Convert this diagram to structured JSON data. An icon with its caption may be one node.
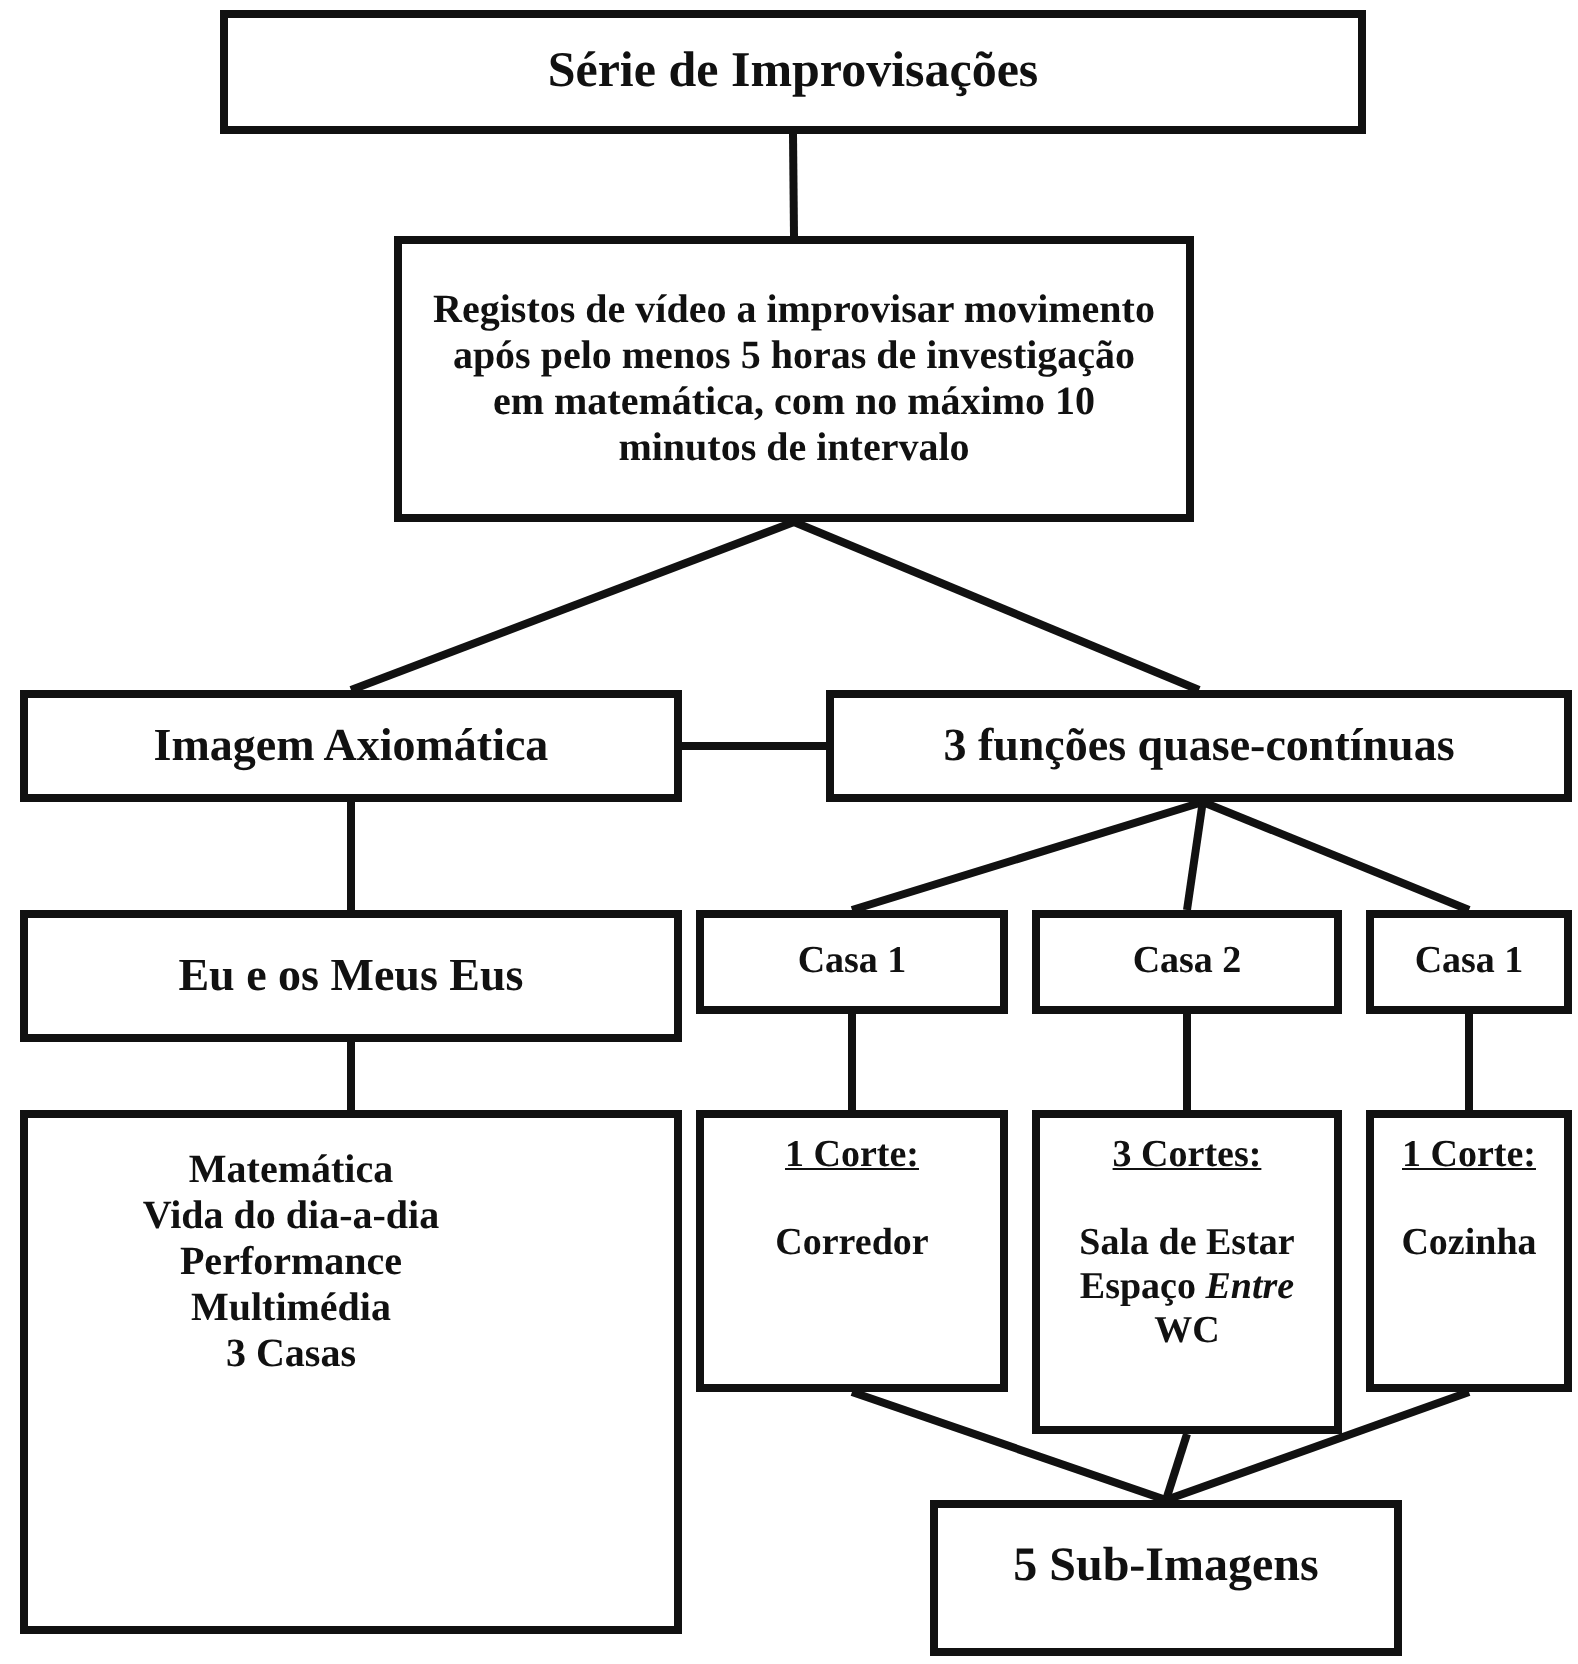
{
  "diagram": {
    "nodes": [
      {
        "text": [
          "Série de Improvisações"
        ]
      },
      {
        "text": [
          "Registos de vídeo a improvisar movimento após pelo menos 5 horas de investigação em matemática, com no máximo 10 minutos de intervalo"
        ]
      },
      {
        "text": [
          "Imagem Axiomática"
        ]
      },
      {
        "text": [
          "3 funções quase-contínuas"
        ]
      },
      {
        "text": [
          "Eu e os Meus Eus"
        ]
      },
      {
        "text": [
          "Matemática",
          "Vida do dia-a-dia",
          "Performance",
          "Multimédia",
          "3 Casas"
        ]
      },
      {
        "text": [
          "Casa 1"
        ]
      },
      {
        "text": [
          "Casa 2"
        ]
      },
      {
        "text": [
          "Casa 1"
        ]
      },
      {
        "text": [
          "1 Corte:",
          "Corredor"
        ]
      },
      {
        "text": [
          "3 Cortes:",
          "Sala de Estar",
          "Espaço *Entre*",
          "WC"
        ]
      },
      {
        "text": [
          "1 Corte:",
          "Cozinha"
        ]
      },
      {
        "text": [
          "5 Sub-Imagens"
        ]
      }
    ],
    "edges": [
      {
        "from": 0,
        "to": 1,
        "arrow": "none"
      },
      {
        "from": 1,
        "to": 2,
        "arrow": "none"
      },
      {
        "from": 1,
        "to": 3,
        "arrow": "none"
      },
      {
        "from": 2,
        "to": 3,
        "arrow": "none"
      },
      {
        "from": 2,
        "to": 4,
        "arrow": "none"
      },
      {
        "from": 4,
        "to": 5,
        "arrow": "none"
      },
      {
        "from": 3,
        "to": 6,
        "arrow": "none"
      },
      {
        "from": 3,
        "to": 7,
        "arrow": "none"
      },
      {
        "from": 3,
        "to": 8,
        "arrow": "none"
      },
      {
        "from": 6,
        "to": 9,
        "arrow": "none"
      },
      {
        "from": 7,
        "to": 10,
        "arrow": "none"
      },
      {
        "from": 8,
        "to": 11,
        "arrow": "none"
      },
      {
        "from": 9,
        "to": 12,
        "arrow": "none"
      },
      {
        "from": 10,
        "to": 12,
        "arrow": "none"
      },
      {
        "from": 11,
        "to": 12,
        "arrow": "none"
      }
    ]
  }
}
